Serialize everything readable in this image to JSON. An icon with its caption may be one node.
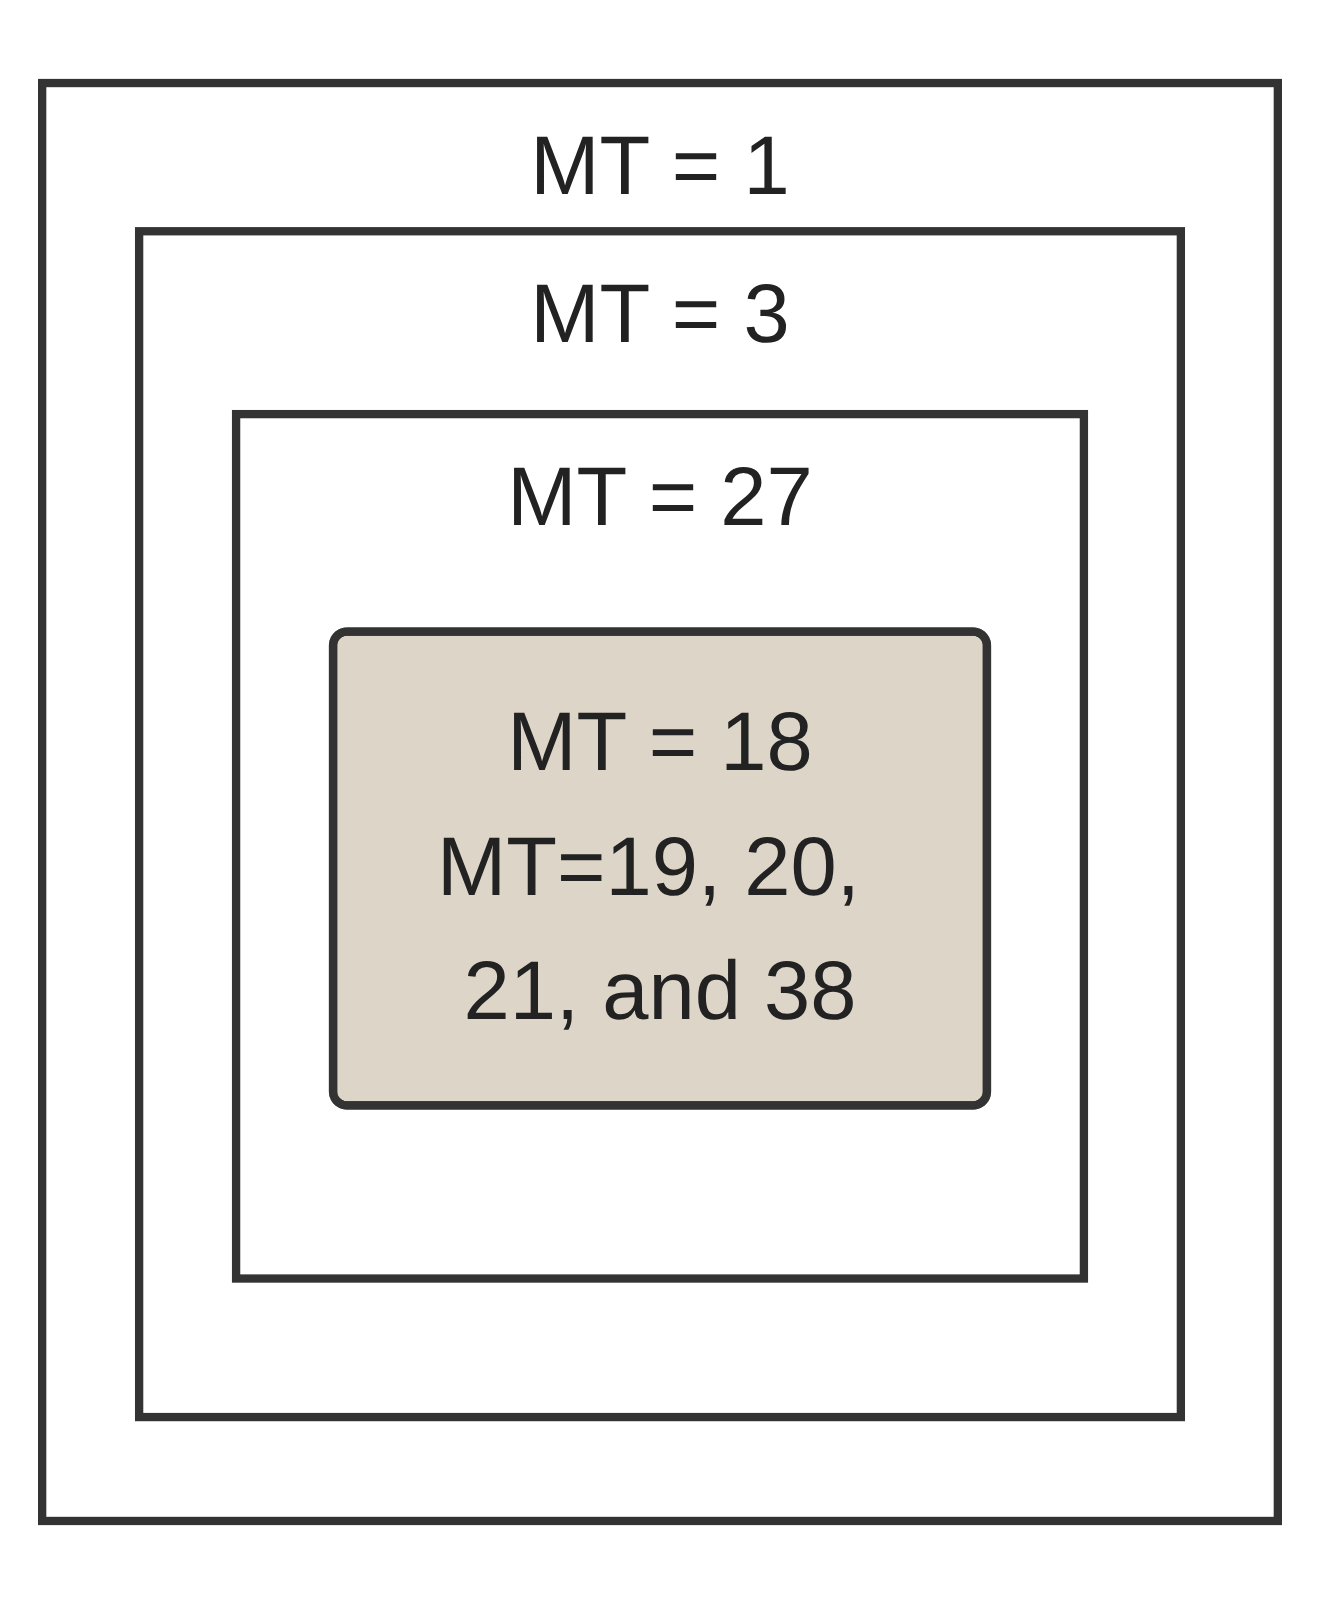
{
  "diagram": {
    "nodes": [
      {
        "text": [
          "MT = 1"
        ]
      },
      {
        "text": [
          "MT = 3"
        ],
        "in": 0
      },
      {
        "text": [
          "MT = 27"
        ],
        "in": 1
      },
      {
        "text": [
          "MT = 18",
          "MT=19, 20, 21, and 38"
        ],
        "in": 2
      }
    ],
    "edges": []
  }
}
